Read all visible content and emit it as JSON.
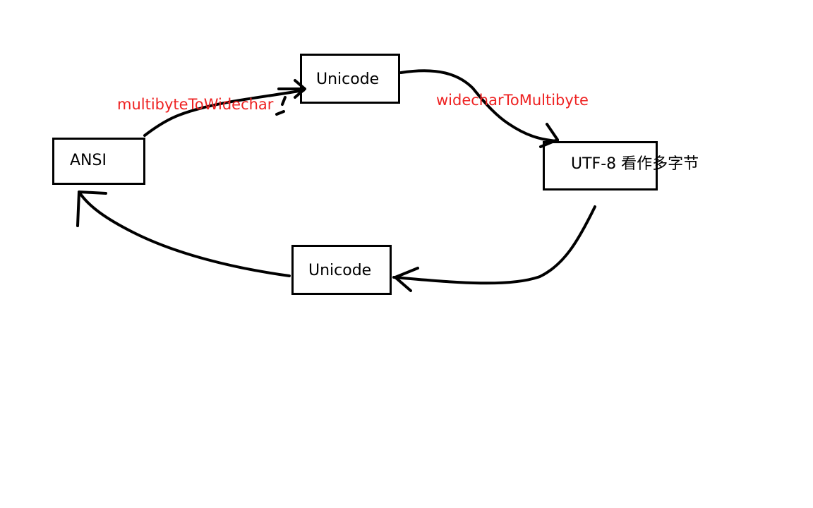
{
  "nodes": {
    "unicode_top": {
      "label": "Unicode"
    },
    "ansi": {
      "label": "ANSI"
    },
    "utf8": {
      "label": "UTF-8  看作多字节"
    },
    "unicode_bottom": {
      "label": "Unicode"
    }
  },
  "edges": {
    "ansi_to_unicode": {
      "label": "multibyteToWidechar"
    },
    "unicode_to_utf8": {
      "label": "widecharToMultibyte"
    }
  },
  "colors": {
    "ink": "#000000",
    "edge_label": "#ee2222",
    "background": "#ffffff"
  }
}
